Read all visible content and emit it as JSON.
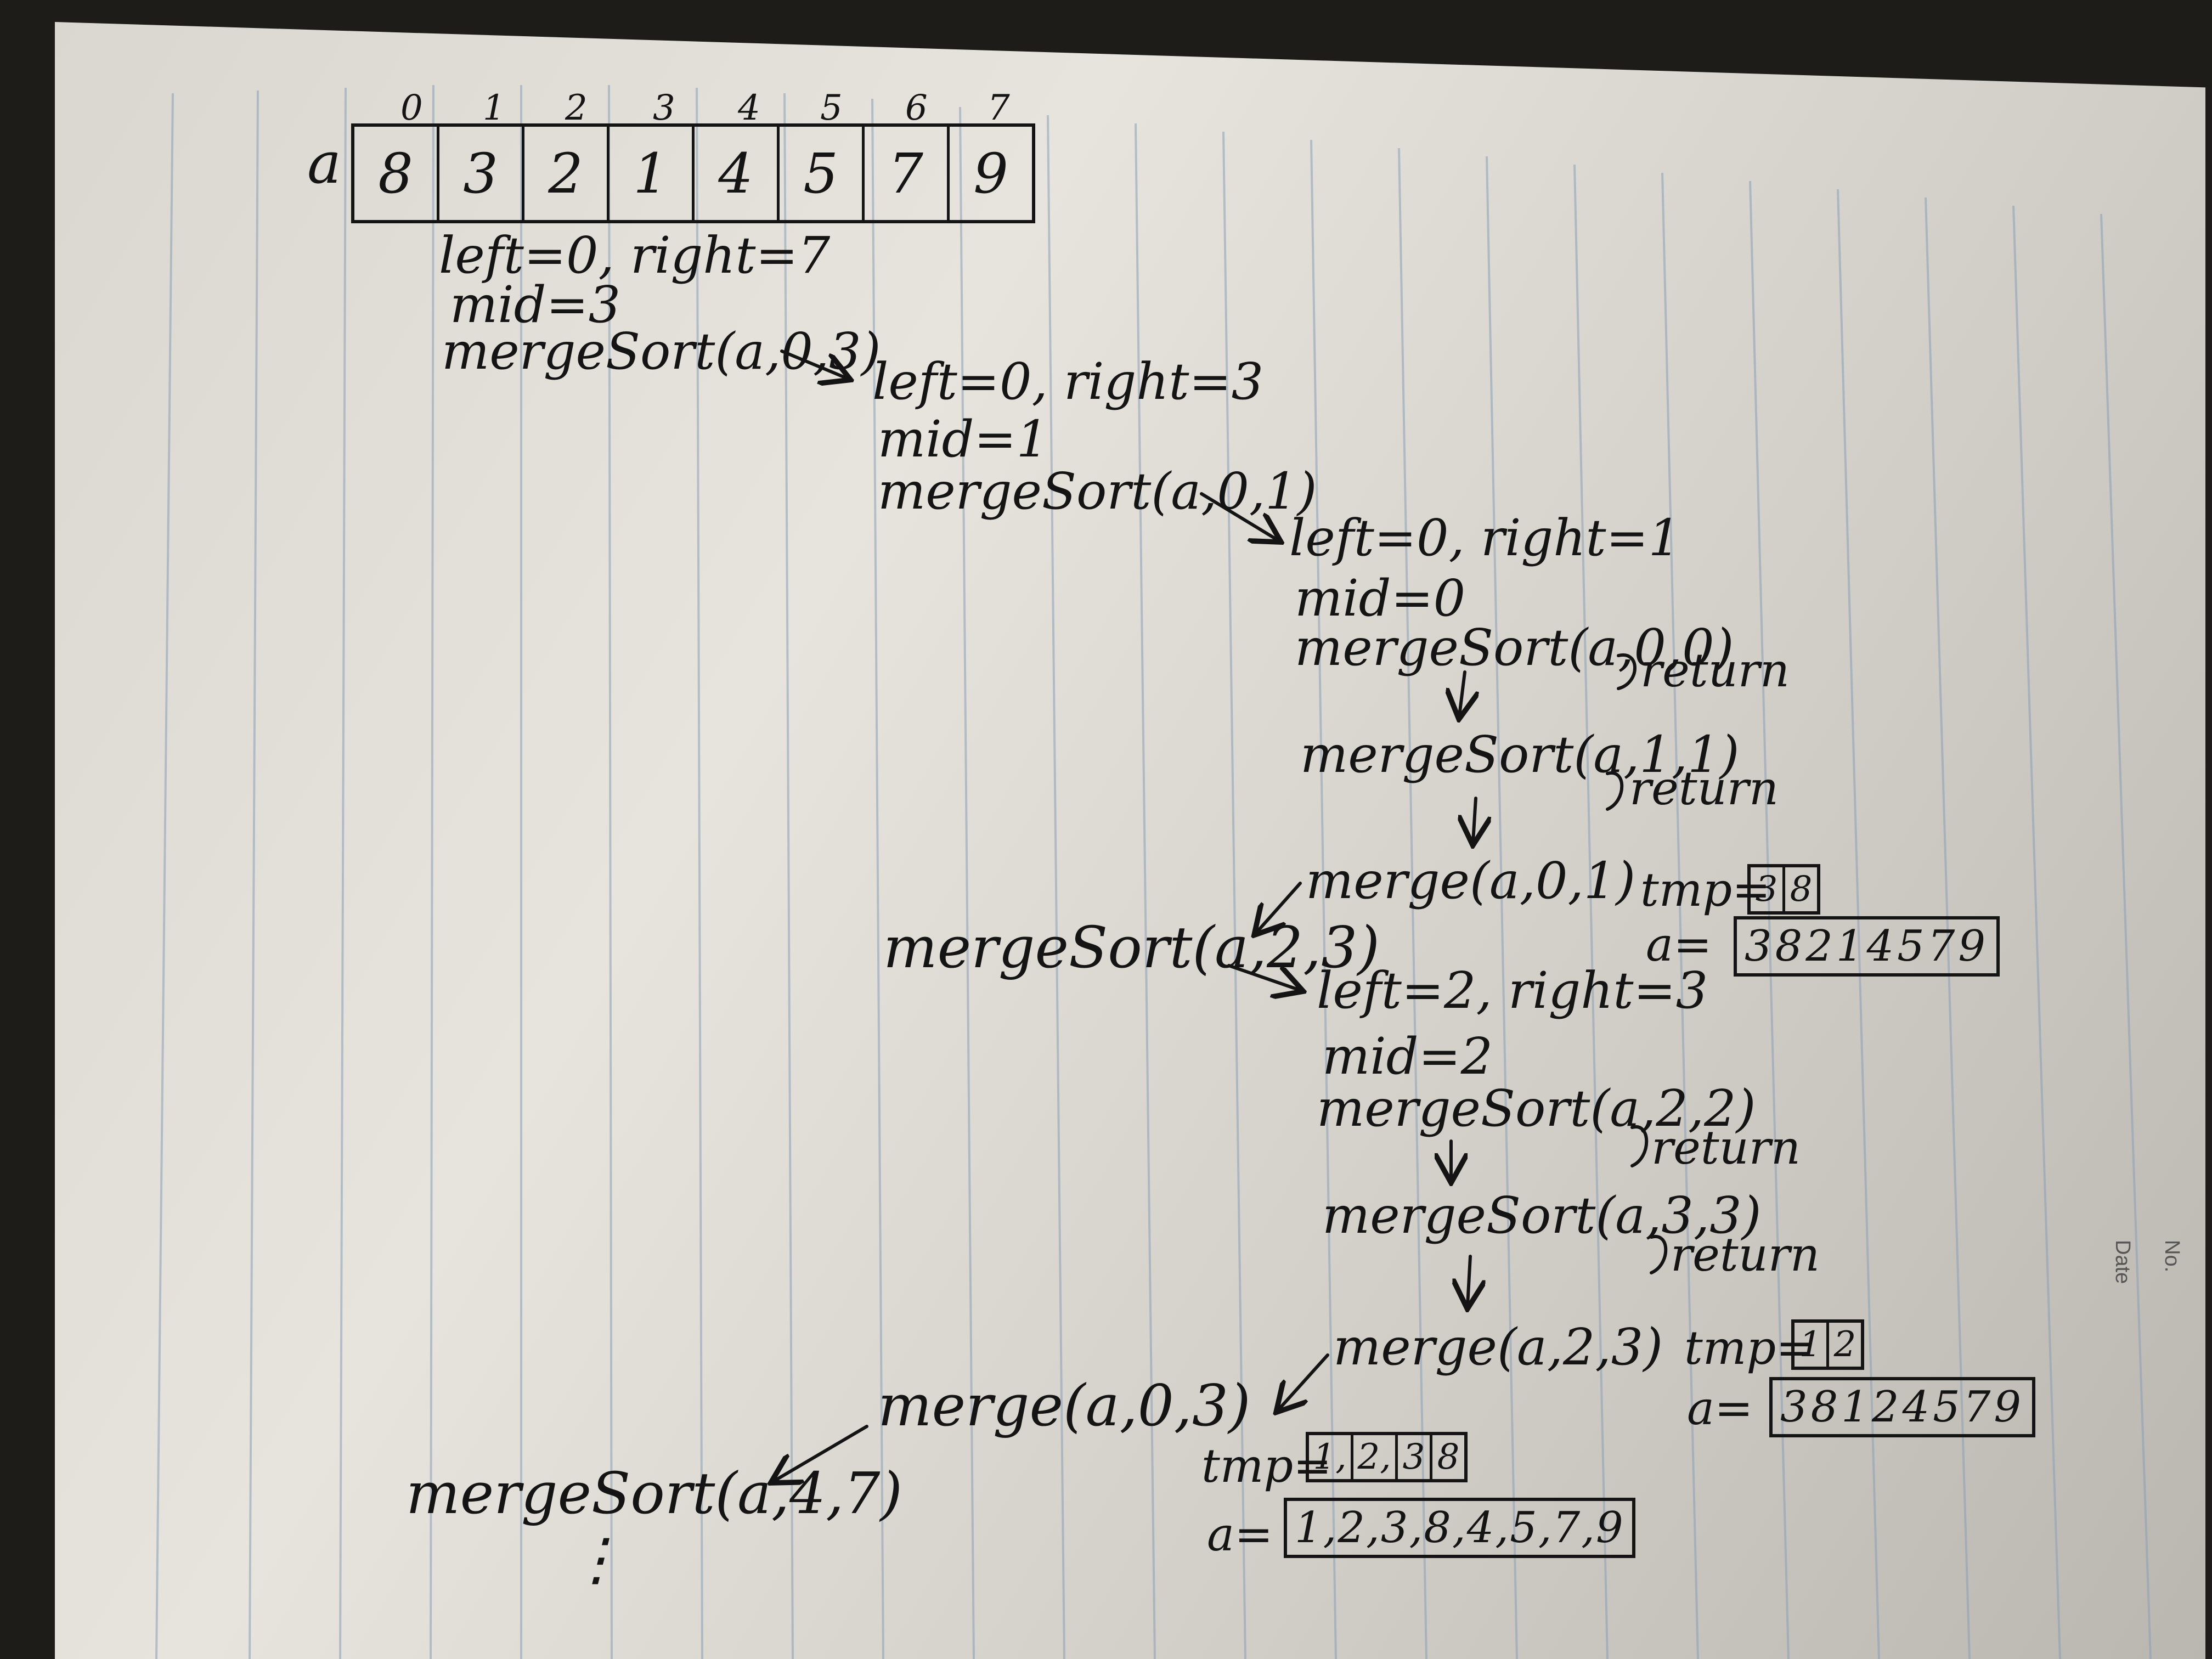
{
  "indices": [
    "0",
    "1",
    "2",
    "3",
    "4",
    "5",
    "6",
    "7"
  ],
  "array_name": "a",
  "array_values": [
    "8",
    "3",
    "2",
    "1",
    "4",
    "5",
    "7",
    "9"
  ],
  "level0": {
    "line1": "left=0, right=7",
    "line2": "mid=3",
    "line3": "mergeSort(a,0,3)"
  },
  "level1": {
    "line1": "left=0, right=3",
    "line2": "mid=1",
    "line3": "mergeSort(a,0,1)"
  },
  "level2": {
    "line1": "left=0, right=1",
    "line2": "mid=0",
    "line3": "mergeSort(a,0,0)",
    "line4": "mergeSort(a,1,1)",
    "line5": "merge(a,0,1)"
  },
  "ret": "return",
  "merge01": {
    "tmp_label": "tmp=",
    "tmp": [
      "3",
      "8"
    ],
    "a_label": "a=",
    "a_row": "38214579"
  },
  "branch1": "mergeSort(a,2,3)",
  "level3": {
    "line1": "left=2, right=3",
    "line2": "mid=2",
    "line3": "mergeSort(a,2,2)",
    "line4": "mergeSort(a,3,3)",
    "line5": "merge(a,2,3)"
  },
  "merge23": {
    "tmp_label": "tmp=",
    "tmp": [
      "1",
      "2"
    ],
    "a_label": "a=",
    "a_row": "38124579"
  },
  "merge03": {
    "label": "merge(a,0,3)",
    "tmp_label": "tmp=",
    "tmp": [
      "1,",
      "2,",
      "3",
      "8"
    ],
    "a_label": "a=",
    "a_row": "1,2,3,8,4,5,7,9"
  },
  "branch2": "mergeSort(a,4,7)",
  "ellipsis": "⋮",
  "paper": {
    "no_label": "No.",
    "date_label": "Date"
  }
}
